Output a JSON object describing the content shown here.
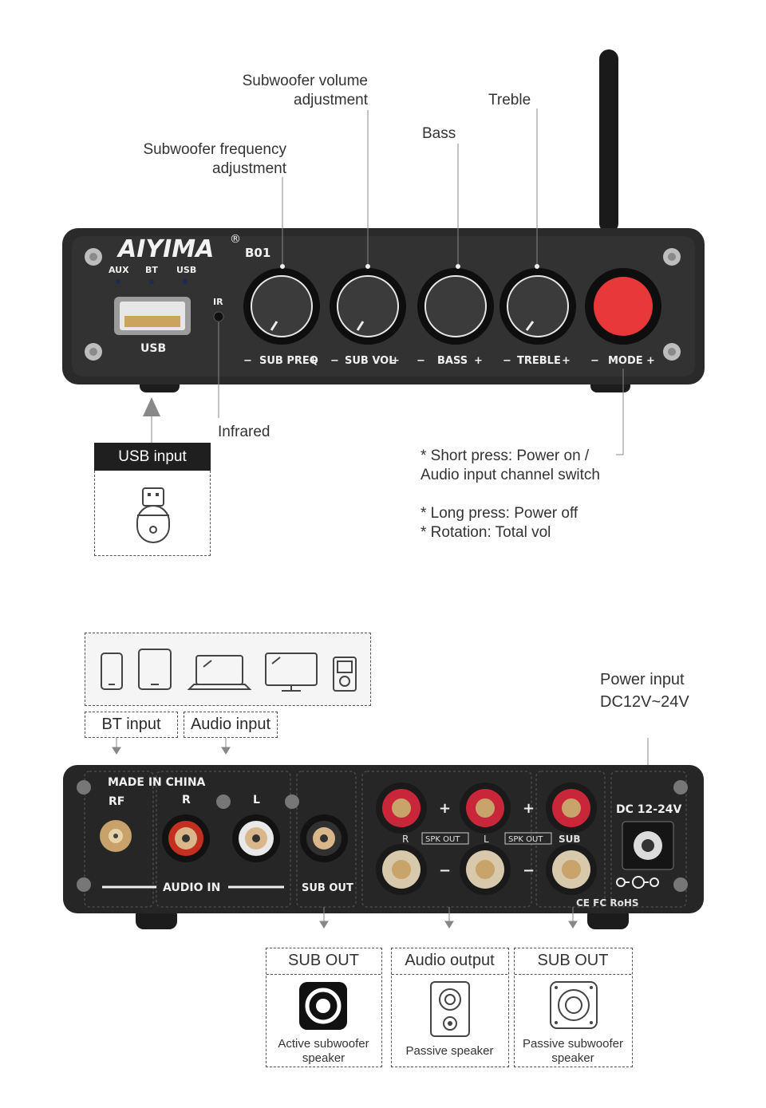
{
  "front": {
    "brand": "AIYIMA",
    "registered": "®",
    "model": "B01",
    "indicators": [
      "AUX",
      "BT",
      "USB"
    ],
    "usb_port_label": "USB",
    "ir_label": "IR",
    "knob_labels": [
      "SUB PREQ",
      "SUB VOL",
      "BASS",
      "TREBLE",
      "MODE"
    ],
    "minus": "−",
    "plus": "+"
  },
  "callouts": {
    "sub_freq": [
      "Subwoofer frequency",
      "adjustment"
    ],
    "sub_vol": [
      "Subwoofer volume",
      "adjustment"
    ],
    "bass": "Bass",
    "treble": "Treble",
    "infrared": "Infrared",
    "usb_input": "USB input",
    "mode_notes": [
      "* Short press: Power on /",
      "Audio input channel switch",
      "* Long press: Power off",
      "* Rotation: Total vol"
    ]
  },
  "rear": {
    "made_in": "MADE IN CHINA",
    "rf": "RF",
    "r": "R",
    "l": "L",
    "audio_in": "AUDIO IN",
    "sub_out": "SUB OUT",
    "spk_out": "SPK OUT",
    "sub": "SUB",
    "rl_r": "R",
    "rl_l": "L",
    "plus": "+",
    "minus": "−",
    "dc": "DC 12-24V",
    "certs": "CE FC RoHS"
  },
  "rear_callouts": {
    "bt_input": "BT input",
    "audio_input": "Audio input",
    "power_input": [
      "Power input",
      "DC12V~24V"
    ],
    "outputs": [
      {
        "head": "SUB OUT",
        "caption": [
          "Active subwoofer",
          "speaker"
        ]
      },
      {
        "head": "Audio output",
        "caption": [
          "Passive speaker"
        ]
      },
      {
        "head": "SUB OUT",
        "caption": [
          "Passive subwoofer",
          "speaker"
        ]
      }
    ]
  }
}
